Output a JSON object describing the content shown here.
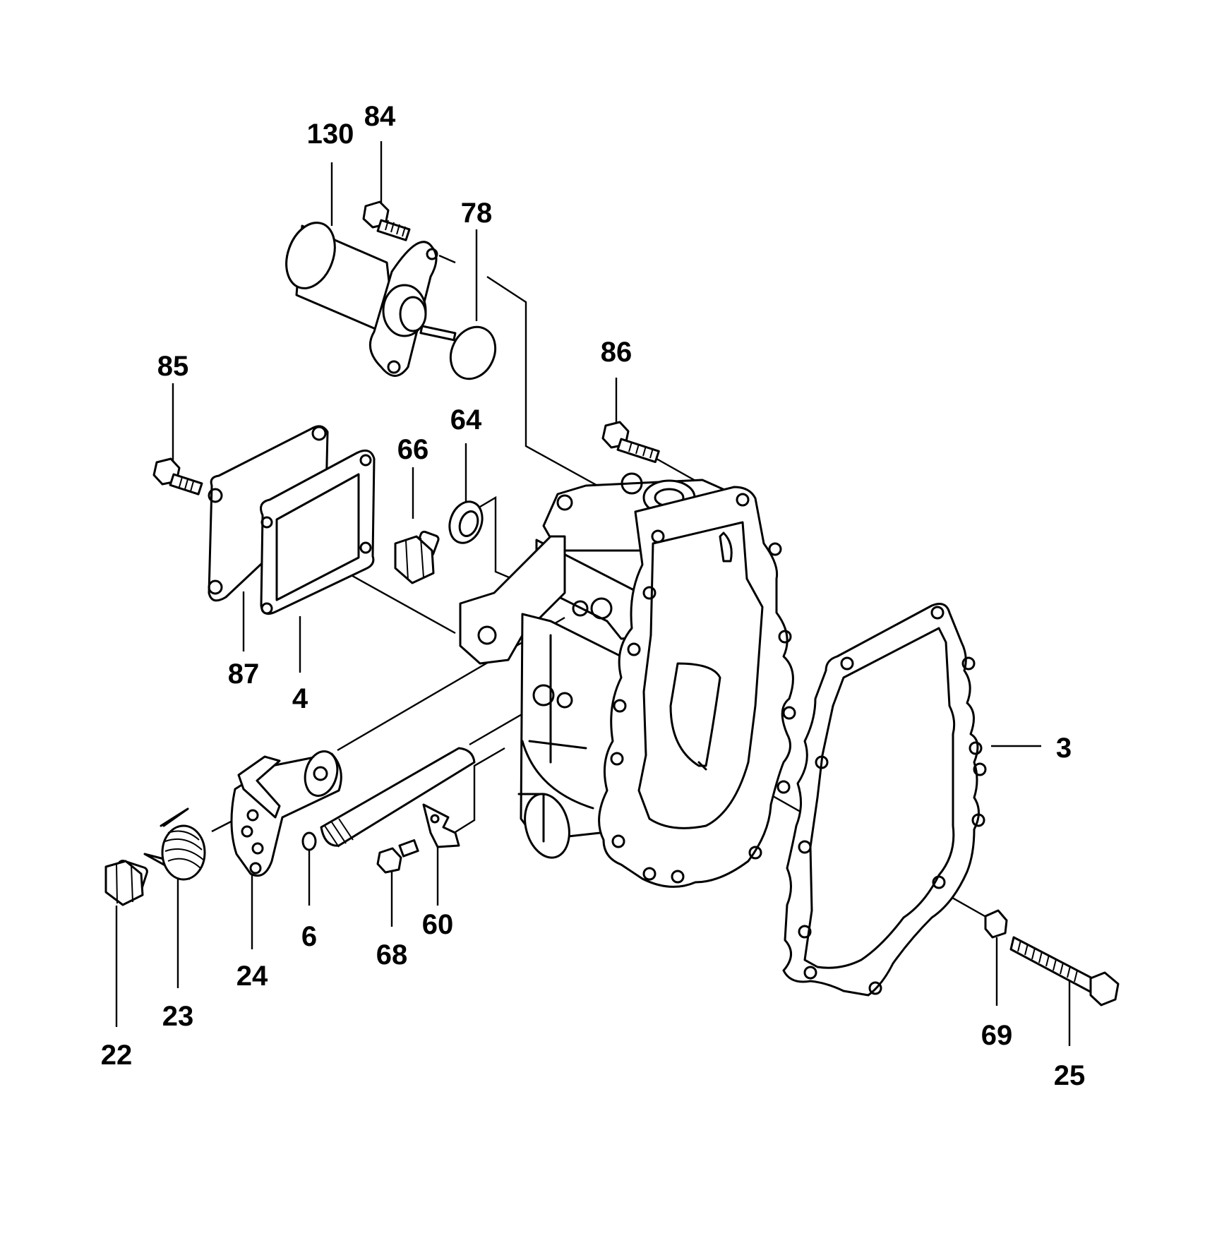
{
  "callouts": {
    "p130": "130",
    "p84": "84",
    "p78": "78",
    "p86": "86",
    "p85": "85",
    "p66": "66",
    "p64": "64",
    "p87": "87",
    "p4": "4",
    "p3": "3",
    "p22": "22",
    "p23": "23",
    "p24": "24",
    "p6": "6",
    "p68": "68",
    "p60": "60",
    "p69": "69",
    "p25": "25"
  }
}
